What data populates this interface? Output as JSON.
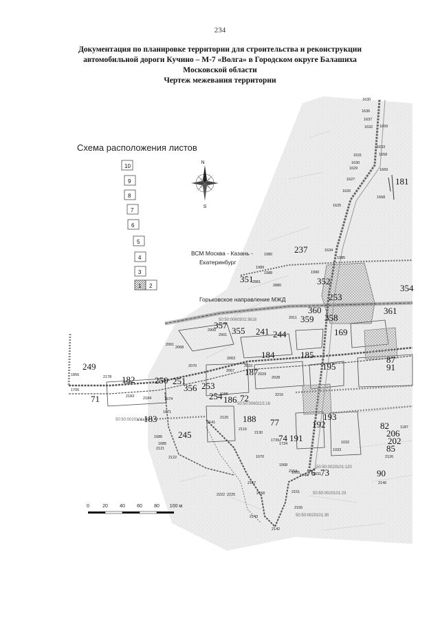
{
  "page_number": "234",
  "title_lines": [
    "Документация по планировке территории для строительства и реконструкции",
    "автомобильной дороги Кучино – М-7 «Волга» в Городском округе Балашиха",
    "Московской области",
    "Чертеж межевания территории"
  ],
  "sheet_scheme": {
    "title": "Схема расположения листов",
    "sheets": [
      "10",
      "9",
      "8",
      "7",
      "6",
      "5",
      "4",
      "3",
      "1",
      "2"
    ],
    "highlighted_sheet": "1"
  },
  "compass": {
    "north": "N",
    "south": "S"
  },
  "map_labels": {
    "pipeline": "ВСМ Москва - Казань - Екатеринбург",
    "railway": "Горьковское направление МЖД"
  },
  "parcel_numbers": [
    {
      "text": "181"
    },
    {
      "text": "237"
    },
    {
      "text": "351"
    },
    {
      "text": "352"
    },
    {
      "text": "253"
    },
    {
      "text": "354"
    },
    {
      "text": "360"
    },
    {
      "text": "359"
    },
    {
      "text": "358"
    },
    {
      "text": "361"
    },
    {
      "text": "357"
    },
    {
      "text": "355"
    },
    {
      "text": "241"
    },
    {
      "text": "244"
    },
    {
      "text": "184"
    },
    {
      "text": "185"
    },
    {
      "text": "169"
    },
    {
      "text": "249"
    },
    {
      "text": "182"
    },
    {
      "text": "250"
    },
    {
      "text": "251"
    },
    {
      "text": "187"
    },
    {
      "text": "253"
    },
    {
      "text": "254"
    },
    {
      "text": "186"
    },
    {
      "text": "72"
    },
    {
      "text": "195"
    },
    {
      "text": "87"
    },
    {
      "text": "91"
    },
    {
      "text": "71"
    },
    {
      "text": "183"
    },
    {
      "text": "356"
    },
    {
      "text": "245"
    },
    {
      "text": "188"
    },
    {
      "text": "77"
    },
    {
      "text": "74"
    },
    {
      "text": "191"
    },
    {
      "text": "192"
    },
    {
      "text": "193"
    },
    {
      "text": "82"
    },
    {
      "text": "206"
    },
    {
      "text": "202"
    },
    {
      "text": "85"
    },
    {
      "text": "76"
    },
    {
      "text": "73"
    },
    {
      "text": "90"
    }
  ],
  "point_numbers": [
    "1630",
    "1636",
    "1637",
    "1659",
    "1632",
    "1633",
    "1658",
    "1631",
    "1630",
    "1629",
    "1627",
    "1669",
    "1626",
    "1668",
    "1625",
    "1634",
    "1980",
    "1985",
    "1989",
    "1988",
    "2881",
    "2880",
    "1990",
    "2911",
    "2900",
    "2901",
    "2061",
    "2068",
    "2070",
    "2067",
    "2063",
    "2033",
    "2029",
    "2028",
    "1856",
    "1705",
    "2178",
    "2183",
    "2180",
    "2184",
    "1674",
    "1671",
    "1686",
    "1685",
    "2121",
    "2122",
    "2120",
    "2119",
    "2130",
    "1739",
    "1734",
    "1065",
    "1744",
    "1031",
    "1032",
    "1033",
    "1070",
    "1068",
    "2154",
    "2151",
    "2155",
    "2157",
    "2158",
    "2143",
    "2142",
    "2141",
    "2140",
    "2126",
    "1187",
    "1185",
    "2216",
    "2222",
    "2225"
  ],
  "cadastral_numbers": [
    "50:50:0060302:3618",
    "50:50:0020101:16",
    "50:50:0060115:16",
    "50:50:0020101:120",
    "50:50:0020101:23",
    "50:50:0020101:30"
  ],
  "scale_bar": {
    "labels": [
      "0",
      "20",
      "40",
      "60",
      "80",
      "100 м"
    ]
  },
  "colors": {
    "boundary": "#555555",
    "road": "#777777",
    "hatch": "#9a9a9a",
    "background_map": "#e6e6e6"
  }
}
